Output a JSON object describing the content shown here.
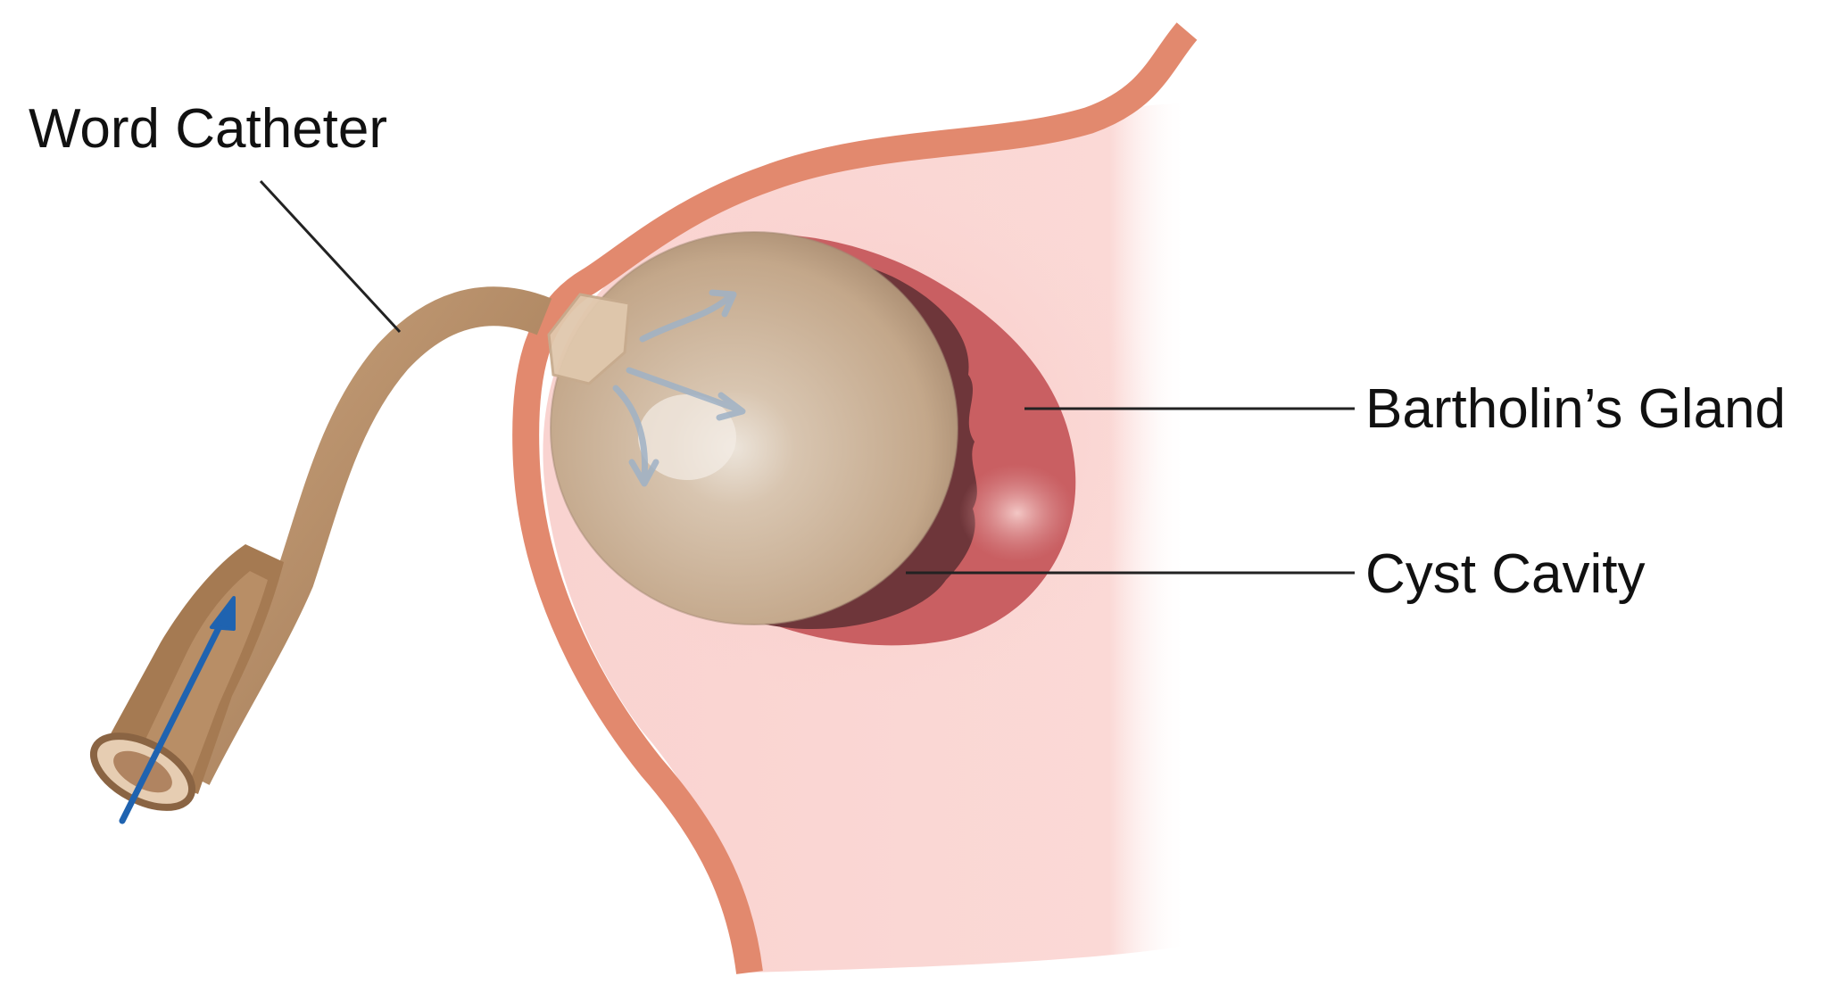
{
  "labels": {
    "catheter": "Word Catheter",
    "gland": "Bartholin’s Gland",
    "cyst": "Cyst Cavity"
  },
  "colors": {
    "background": "#ffffff",
    "labia_outline": "#e2896e",
    "tissue_pink": "#f9d2cf",
    "gland_red": "#c95f62",
    "cavity_dark": "#6e363a",
    "balloon": "#c9ad8f",
    "catheter_tube": "#b48a63",
    "flow_arrow": "#1f63b0",
    "leader_line": "#222222",
    "label_text": "#111111"
  },
  "icons": [
    "flow-arrow-icon",
    "balloon-inflation-arrows-icon"
  ]
}
